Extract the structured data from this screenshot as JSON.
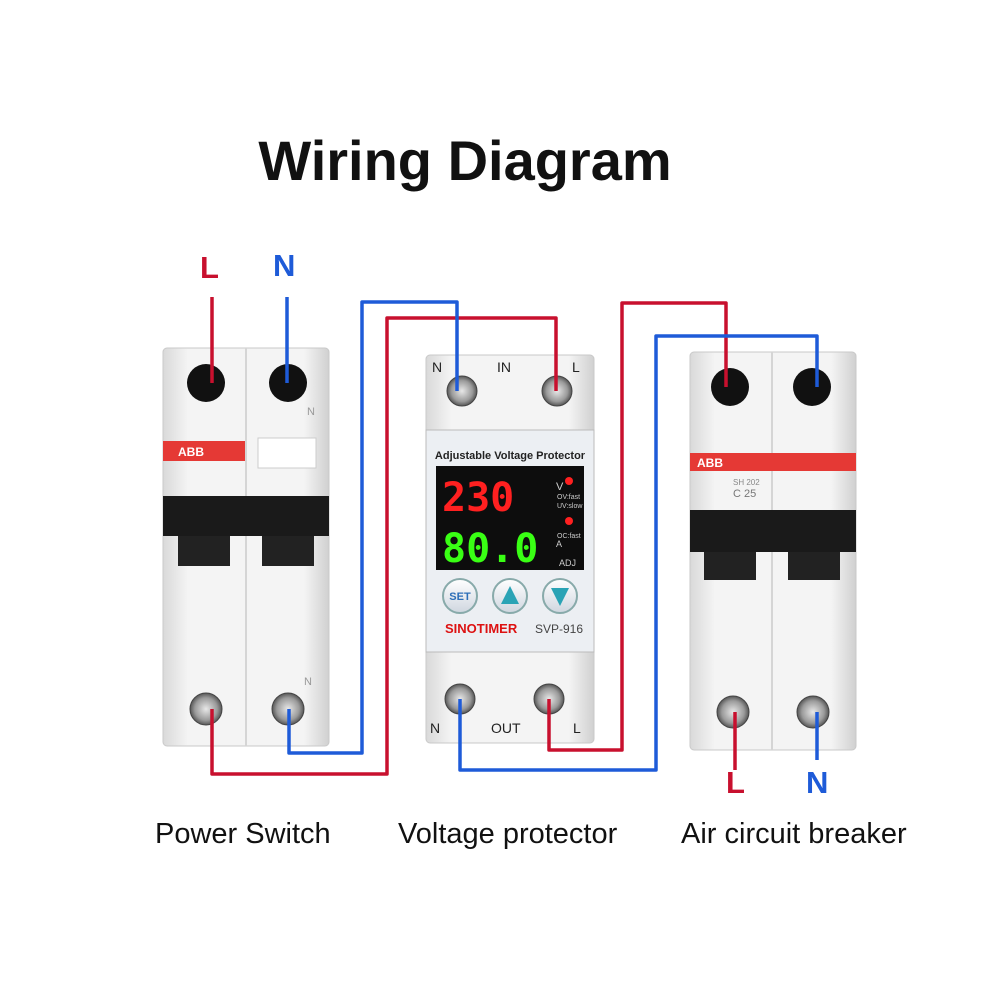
{
  "title": "Wiring Diagram",
  "colors": {
    "line": "#c8102e",
    "neutral": "#1e5bd8",
    "abb_stripe": "#e53935",
    "display_red": "#ff2020",
    "display_green": "#39ff14"
  },
  "top_labels": {
    "line": "L",
    "neutral": "N"
  },
  "bottom_labels": {
    "line": "L",
    "neutral": "N"
  },
  "power_switch": {
    "caption": "Power Switch",
    "brand": "ABB",
    "n_mark": "N",
    "n_mark_bottom": "N"
  },
  "voltage_protector": {
    "caption": "Voltage protector",
    "header": "Adjustable Voltage Protector",
    "voltage_display": "230",
    "current_display": "80.0",
    "voltage_unit": "V",
    "current_unit": "A",
    "ov_fast": "OV:fast",
    "uv_slow": "UV:slow",
    "oc_fast": "OC:fast",
    "adj": "ADJ",
    "set_button": "SET",
    "brand": "SINOTIMER",
    "model": "SVP-916",
    "in_label": "IN",
    "out_label": "OUT",
    "n_label": "N",
    "l_label": "L"
  },
  "air_breaker": {
    "caption": "Air circuit breaker",
    "brand": "ABB",
    "model": "SH 202",
    "rating": "C 25"
  }
}
